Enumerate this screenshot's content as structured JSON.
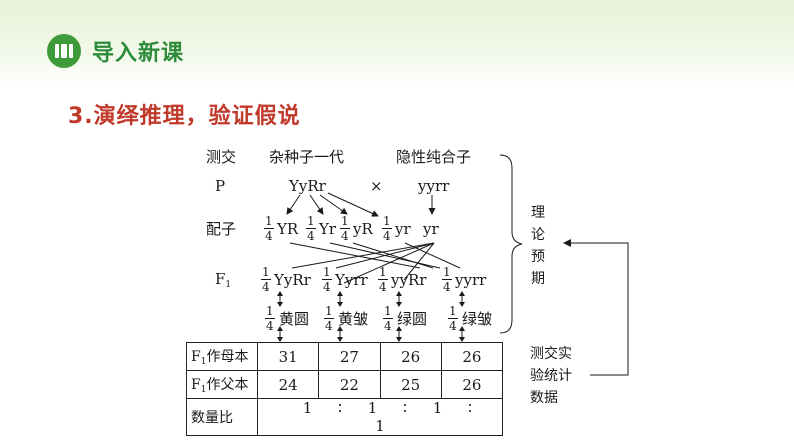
{
  "header": {
    "title": "导入新课",
    "logo_icon": "book-icon",
    "accent": "#3f9a3a"
  },
  "section": {
    "title": "3.演绎推理，验证假说"
  },
  "diagram": {
    "head": {
      "label": "测交",
      "parent1": "杂种子一代",
      "parent2": "隐性纯合子"
    },
    "p_row": {
      "label": "P",
      "parent1": "YyRr",
      "cross": "×",
      "parent2": "yyrr"
    },
    "gamete_row": {
      "label": "配子",
      "gametes": [
        {
          "num": "1",
          "den": "4",
          "type": "YR"
        },
        {
          "num": "1",
          "den": "4",
          "type": "Yr"
        },
        {
          "num": "1",
          "den": "4",
          "type": "yR"
        },
        {
          "num": "1",
          "den": "4",
          "type": "yr"
        }
      ],
      "recessive_gamete": "yr"
    },
    "f1_row": {
      "label": "F",
      "label_sub": "1",
      "genotypes": [
        {
          "num": "1",
          "den": "4",
          "type": "YyRr"
        },
        {
          "num": "1",
          "den": "4",
          "type": "Yyrr"
        },
        {
          "num": "1",
          "den": "4",
          "type": "yyRr"
        },
        {
          "num": "1",
          "den": "4",
          "type": "yyrr"
        }
      ]
    },
    "phenotype_row": [
      {
        "num": "1",
        "den": "4",
        "type": "黄圆"
      },
      {
        "num": "1",
        "den": "4",
        "type": "黄皱"
      },
      {
        "num": "1",
        "den": "4",
        "type": "绿圆"
      },
      {
        "num": "1",
        "den": "4",
        "type": "绿皱"
      }
    ],
    "theory_label": [
      "理",
      "论",
      "预",
      "期"
    ],
    "experiment_label": [
      "测交实",
      "验统计",
      "数据"
    ]
  },
  "table": {
    "rows": [
      {
        "head": "F",
        "head_sub": "1",
        "head_rest": "作母本",
        "values": [
          "31",
          "27",
          "26",
          "26"
        ]
      },
      {
        "head": "F",
        "head_sub": "1",
        "head_rest": "作父本",
        "values": [
          "24",
          "22",
          "25",
          "26"
        ]
      },
      {
        "head": "数量比",
        "head_sub": "",
        "head_rest": "",
        "values": [
          "1",
          "1",
          "1",
          "1"
        ],
        "separator": "∶"
      }
    ]
  }
}
